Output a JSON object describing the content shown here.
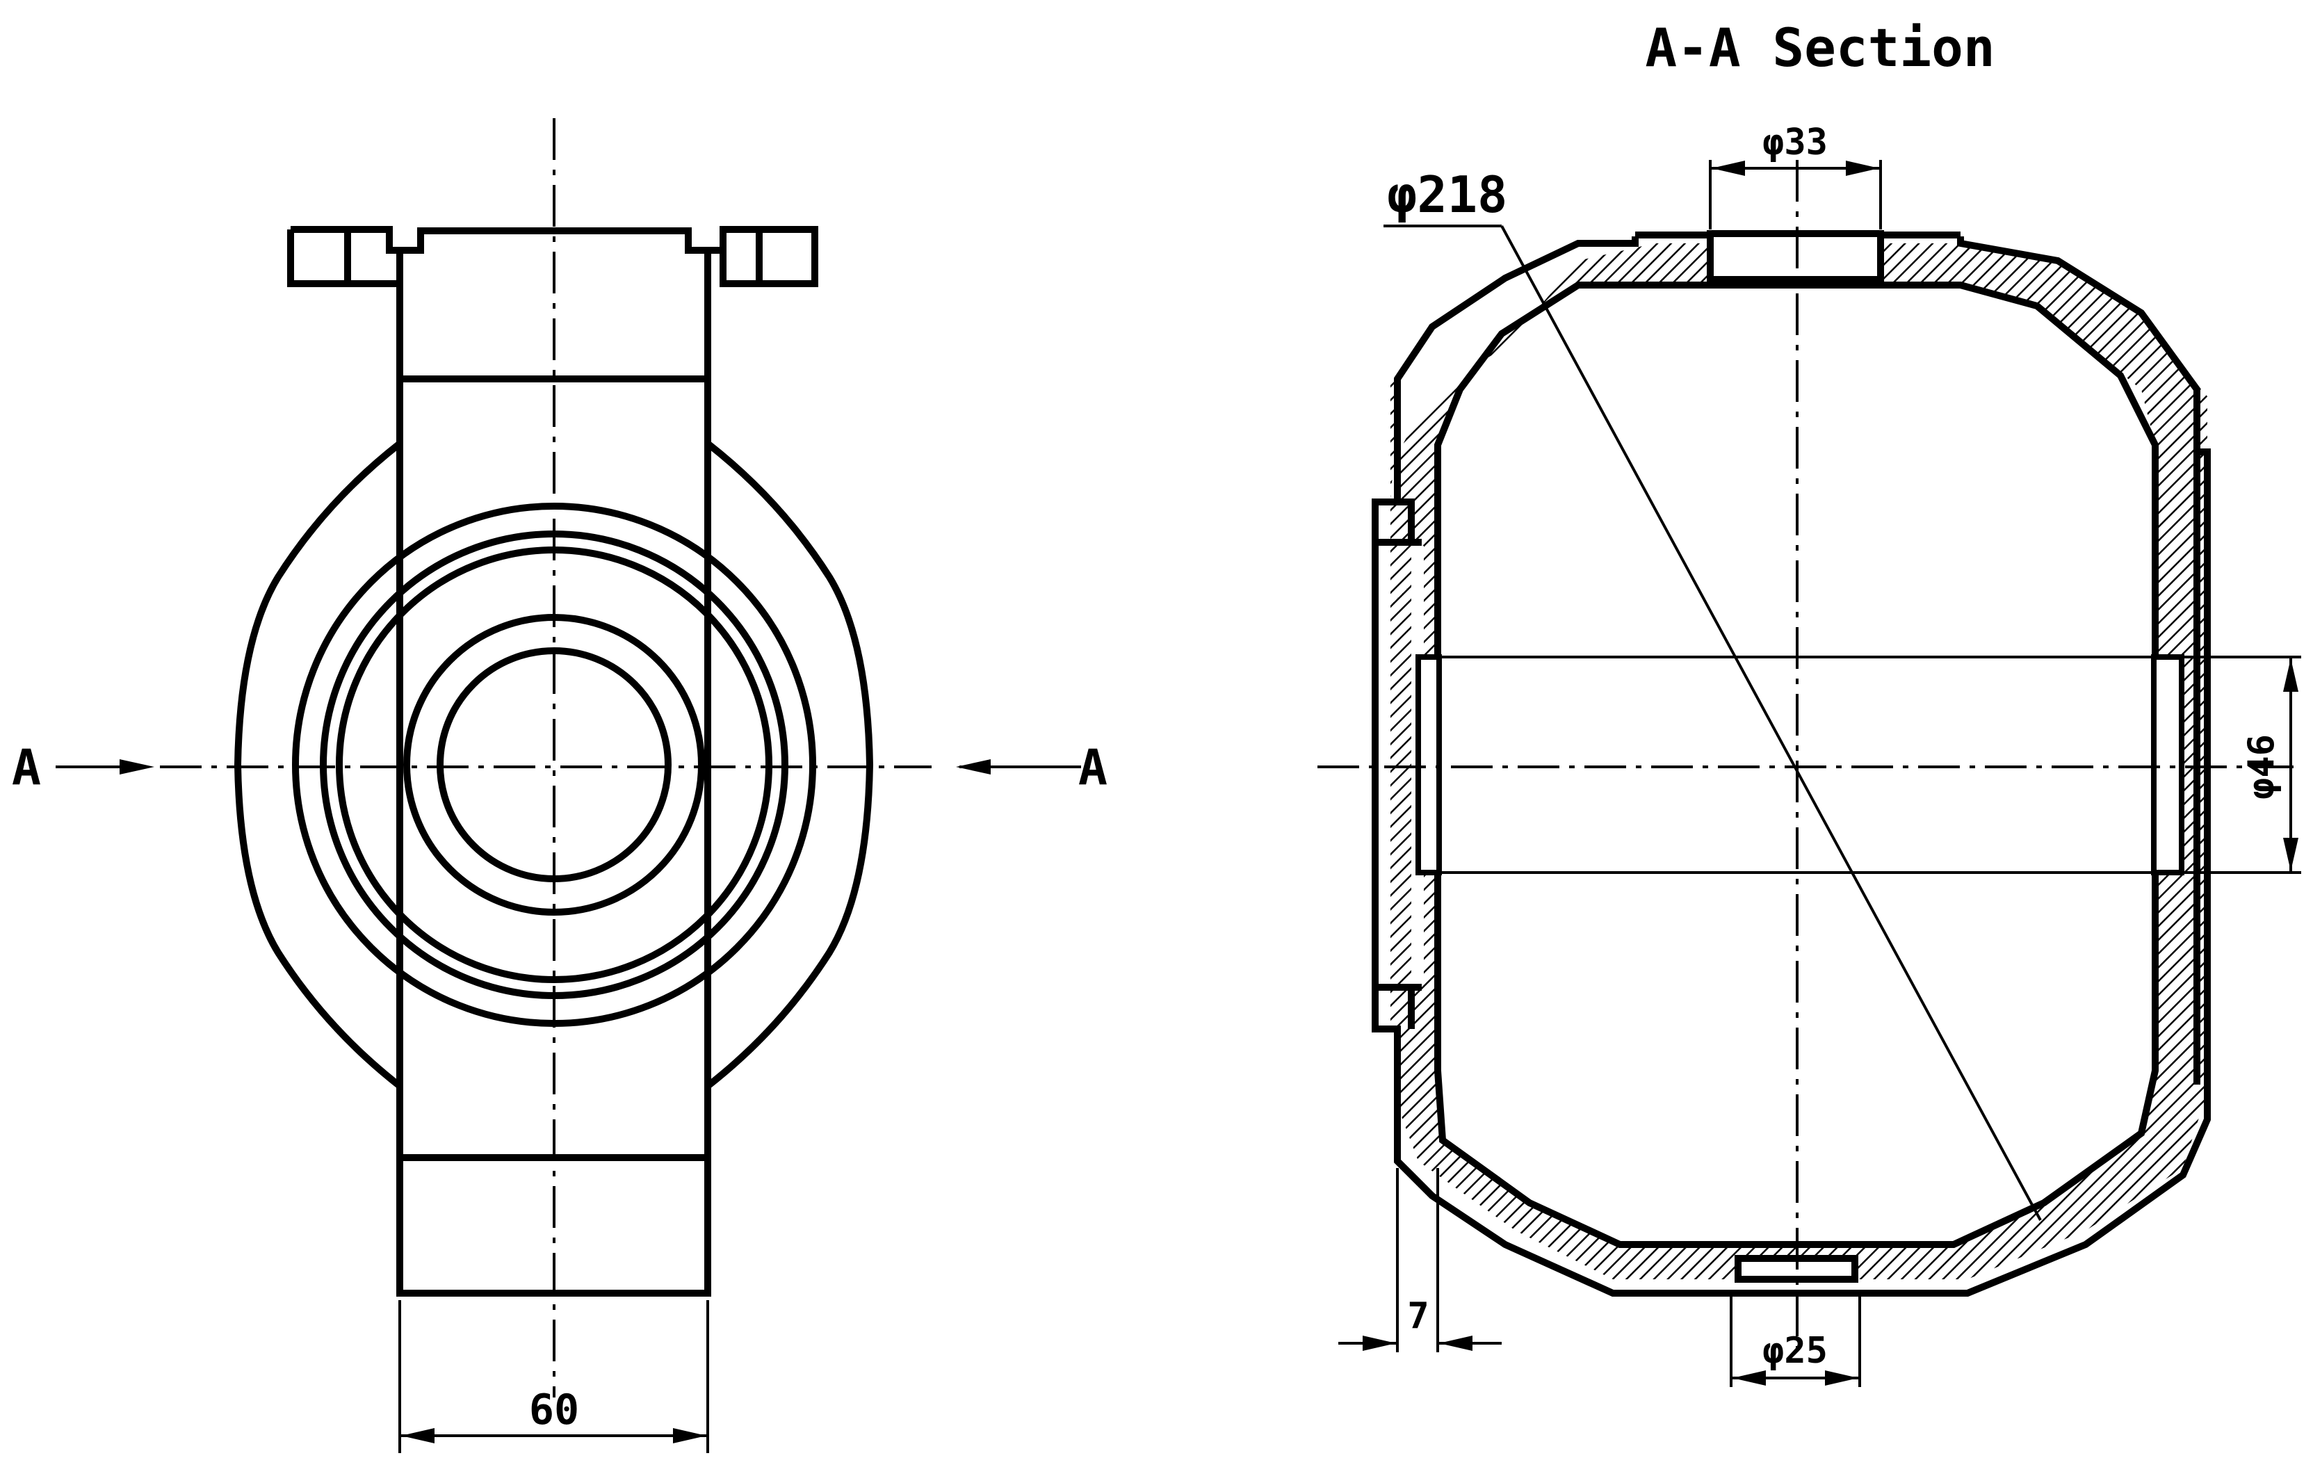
{
  "section_title": "A-A Section",
  "section_marks": {
    "left": "A",
    "right": "A"
  },
  "dimensions": {
    "width_bottom_left": "60",
    "outer_diameter": "φ218",
    "top_hole": "φ33",
    "bottom_hole": "φ25",
    "side_hole": "φ46",
    "wall_thickness": "7"
  },
  "colors": {
    "line": "#000000",
    "background": "#ffffff"
  }
}
